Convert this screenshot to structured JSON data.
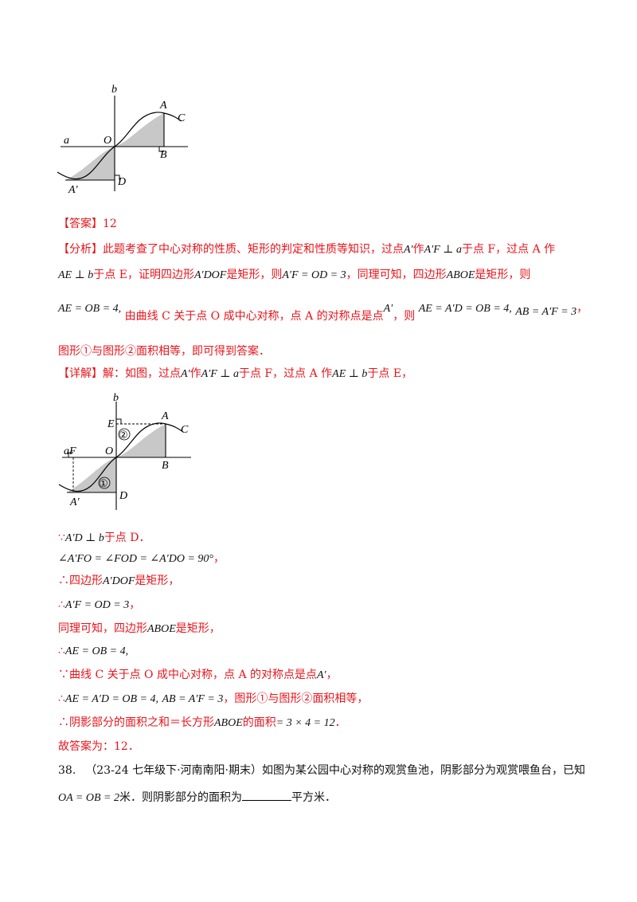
{
  "fig1": {
    "labels": {
      "b": "b",
      "A": "A",
      "C": "C",
      "a": "a",
      "O": "O",
      "B": "B",
      "A_prime": "A′",
      "D": "D"
    }
  },
  "fig2": {
    "labels": {
      "b": "b",
      "E": "E",
      "A": "A",
      "C": "C",
      "circ2": "②",
      "aF": "aF",
      "O": "O",
      "B": "B",
      "circ1": "①",
      "A_prime": "A′",
      "D": "D"
    }
  },
  "answer": {
    "tag": "【答案】",
    "value": "12"
  },
  "analysis": {
    "tag": "【分析】",
    "l1a": "此题考查了中心对称的性质、矩形的判定和性质等知识，过点",
    "l1b": "A′",
    "l1c": "作",
    "l1d": "A′F ⊥ a",
    "l1e": "于点 F，过点 A 作",
    "l2a": "AE ⊥ b",
    "l2b": "于点 E，证明四边形",
    "l2c": "A′DOF",
    "l2d": "是矩形，则",
    "l2e": "A′F = OD = 3",
    "l2f": "，同理可知，四边形",
    "l2g": "ABOE",
    "l2h": "是矩形，则",
    "l3a": "AE = OB = 4,",
    "l3b": "由曲线 C 关于点 O 成中心对称，点 A 的对称点是点",
    "l3c": "A′",
    "l3d": "，则",
    "l3e": "AE = A′D = OB = 4,",
    "l3f": "AB = A′F = 3",
    "l3g": "，",
    "l4": "图形①与图形②面积相等，即可得到答案．"
  },
  "detail": {
    "tag": "【详解】",
    "l1a": "解：如图，过点",
    "l1b": "A′",
    "l1c": "作",
    "l1d": "A′F ⊥ a",
    "l1e": "于点 F，过点 A 作",
    "l1f": "AE ⊥ b",
    "l1g": "于点 E，"
  },
  "steps": {
    "s1a": "∵",
    "s1b": "A′D ⊥ b",
    "s1c": "于点 D．",
    "s2a": "∠A′FO = ∠FOD = ∠A′DO = 90°",
    "s2b": "，",
    "s3a": "∴四边形",
    "s3b": "A′DOF",
    "s3c": "是矩形，",
    "s4a": "∴",
    "s4b": "A′F = OD = 3",
    "s4c": "，",
    "s5a": "同理可知，四边形",
    "s5b": "ABOE",
    "s5c": "是矩形，",
    "s6a": "∴",
    "s6b": "AE = OB = 4,",
    "s7a": "∵曲线 C 关于点 O 成中心对称，点 A 的对称点是点",
    "s7b": "A′",
    "s7c": "，",
    "s8a": "∴",
    "s8b": "AE = A′D = OB = 4,",
    "s8c": "AB = A′F = 3",
    "s8d": "，图形①与图形②面积相等，",
    "s9a": "∴阴影部分的面积之和＝长方形",
    "s9b": "ABOE",
    "s9c": "的面积",
    "s9d": "= 3 × 4 = 12",
    "s9e": "．",
    "final": "故答案为：12．"
  },
  "problem38": {
    "num": "38.",
    "l1": "（23-24 七年级下·河南南阳·期末）如图为某公园中心对称的观赏鱼池，阴影部分为观赏喂鱼台，已知",
    "l2a": "OA = OB = 2",
    "l2b": "米．则阴影部分的面积为",
    "l2c": "平方米．"
  }
}
